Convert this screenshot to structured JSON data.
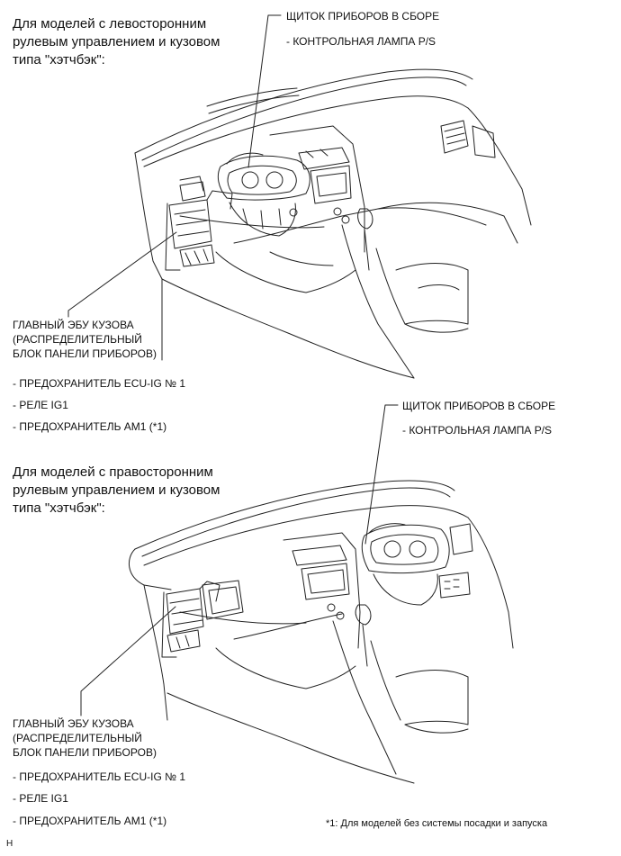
{
  "diagram1": {
    "heading": [
      "Для моделей с левосторонним",
      "рулевым управлением и кузовом",
      "типа \"хэтчбэк\":"
    ],
    "cluster_label": "ЩИТОК ПРИБОРОВ В СБОРЕ",
    "cluster_sub": "- КОНТРОЛЬНАЯ ЛАМПА P/S",
    "ecu_label": [
      "ГЛАВНЫЙ ЭБУ КУЗОВА",
      "(РАСПРЕДЕЛИТЕЛЬНЫЙ",
      "БЛОК ПАНЕЛИ ПРИБОРОВ)"
    ],
    "ecu_items": [
      "- ПРЕДОХРАНИТЕЛЬ ECU-IG № 1",
      "- РЕЛЕ IG1",
      "- ПРЕДОХРАНИТЕЛЬ AM1 (*1)"
    ]
  },
  "diagram2": {
    "heading": [
      "Для моделей с правосторонним",
      "рулевым управлением и кузовом",
      "типа \"хэтчбэк\":"
    ],
    "cluster_label": "ЩИТОК ПРИБОРОВ В СБОРЕ",
    "cluster_sub": "- КОНТРОЛЬНАЯ ЛАМПА P/S",
    "ecu_label": [
      "ГЛАВНЫЙ ЭБУ КУЗОВА",
      "(РАСПРЕДЕЛИТЕЛЬНЫЙ",
      "БЛОК ПАНЕЛИ ПРИБОРОВ)"
    ],
    "ecu_items": [
      "- ПРЕДОХРАНИТЕЛЬ ECU-IG № 1",
      "- РЕЛЕ IG1",
      "- ПРЕДОХРАНИТЕЛЬ AM1 (*1)"
    ]
  },
  "footnote": "*1: Для моделей без системы посадки и запуска",
  "corner_code": "H"
}
